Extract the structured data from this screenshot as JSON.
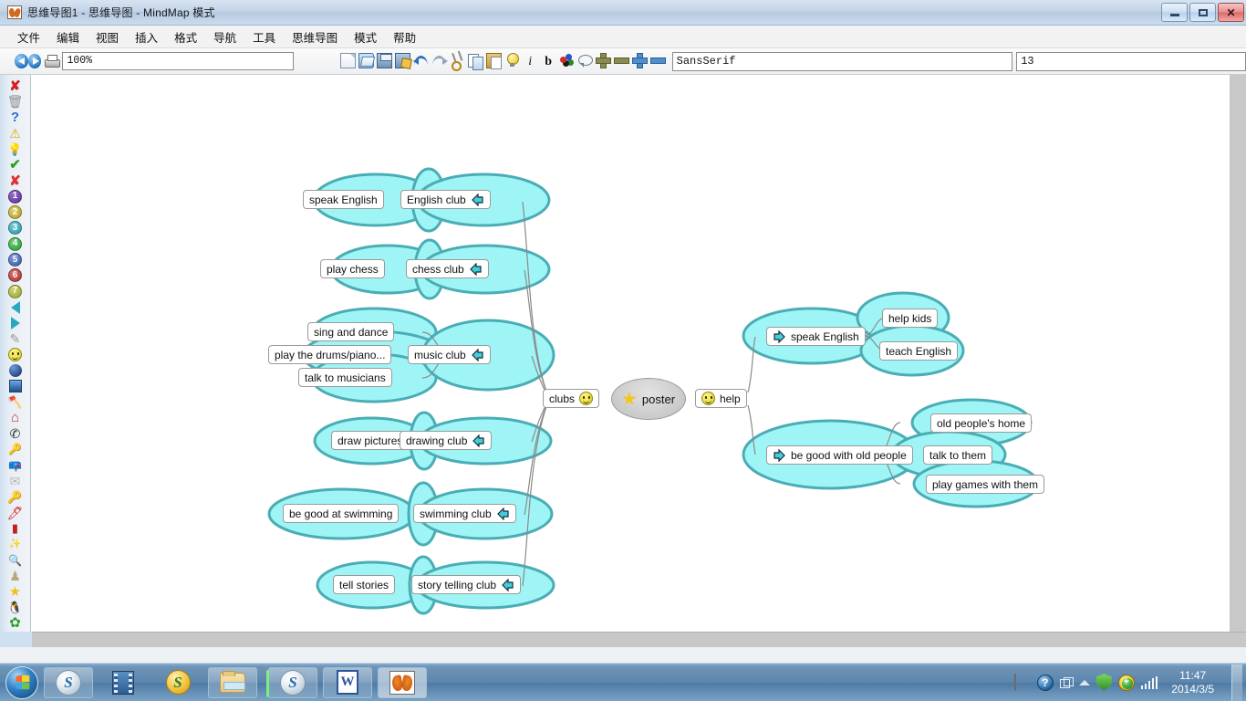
{
  "window": {
    "title": "思维导图1 - 思维导图 - MindMap 模式",
    "app_icon": "butterfly-icon",
    "minimize_label": "",
    "maximize_label": "",
    "close_label": "✕"
  },
  "menu": {
    "items": [
      {
        "label": "文件"
      },
      {
        "label": "编辑"
      },
      {
        "label": "视图"
      },
      {
        "label": "插入"
      },
      {
        "label": "格式"
      },
      {
        "label": "导航"
      },
      {
        "label": "工具"
      },
      {
        "label": "思维导图"
      },
      {
        "label": "模式"
      },
      {
        "label": "帮助"
      }
    ]
  },
  "toolbar": {
    "back_icon": "back-arrow-icon",
    "forward_icon": "forward-arrow-icon",
    "print_icon": "printer-icon",
    "zoom_value": "100%",
    "font_value": "SansSerif",
    "font_size_value": "13",
    "buttons": [
      {
        "name": "new-file-icon"
      },
      {
        "name": "open-file-icon"
      },
      {
        "name": "save-icon"
      },
      {
        "name": "save-as-icon"
      },
      {
        "name": "undo-icon"
      },
      {
        "name": "redo-icon"
      },
      {
        "name": "cut-icon"
      },
      {
        "name": "copy-icon"
      },
      {
        "name": "paste-icon"
      },
      {
        "name": "lightbulb-icon"
      },
      {
        "name": "italic-icon",
        "glyph": "i"
      },
      {
        "name": "bold-icon",
        "glyph": "b"
      },
      {
        "name": "cloud-node-icon"
      },
      {
        "name": "balloon-icon"
      },
      {
        "name": "plus-olive-icon"
      },
      {
        "name": "minus-olive-icon"
      },
      {
        "name": "plus-blue-icon"
      },
      {
        "name": "minus-blue-icon"
      }
    ]
  },
  "sidebar": {
    "items": [
      {
        "name": "red-x-icon",
        "glyph": "✘",
        "color": "#d42020"
      },
      {
        "name": "trash-icon",
        "glyph": "🗑",
        "color": "#808080"
      },
      {
        "name": "question-icon",
        "glyph": "?",
        "color": "#2b6fd0"
      },
      {
        "name": "warning-icon",
        "glyph": "⚠",
        "color": "#e0a415"
      },
      {
        "name": "lightbulb-icon",
        "glyph": "💡",
        "color": "#e8c32a"
      },
      {
        "name": "green-check-icon",
        "glyph": "✔",
        "color": "#2ca02c"
      },
      {
        "name": "red-cross-icon",
        "glyph": "✘",
        "color": "#e03030"
      },
      {
        "name": "number-1-icon",
        "glyph": "1",
        "color": "#5b2d8e"
      },
      {
        "name": "number-2-icon",
        "glyph": "2",
        "color": "#b8a02a"
      },
      {
        "name": "number-3-icon",
        "glyph": "3",
        "color": "#2a9aa8"
      },
      {
        "name": "number-4-icon",
        "glyph": "4",
        "color": "#2a9a3a"
      },
      {
        "name": "number-5-icon",
        "glyph": "5",
        "color": "#3a5aa8"
      },
      {
        "name": "number-6-icon",
        "glyph": "6",
        "color": "#b03030"
      },
      {
        "name": "number-7-icon",
        "glyph": "7",
        "color": "#9aa82a"
      },
      {
        "name": "arrow-left-icon",
        "glyph": "",
        "color": "#2aa8c0"
      },
      {
        "name": "arrow-right-icon",
        "glyph": "",
        "color": "#2aa8c0"
      },
      {
        "name": "pencil-icon",
        "glyph": "✎",
        "color": "#8a8a8a"
      },
      {
        "name": "smiley-icon",
        "glyph": "☺",
        "color": "#e8c32a"
      },
      {
        "name": "blue-ball-icon",
        "glyph": "●",
        "color": "#1a3a8a"
      },
      {
        "name": "blue-box-icon",
        "glyph": "■",
        "color": "#2a6ab8"
      },
      {
        "name": "axe-icon",
        "glyph": "🪓",
        "color": "#b03030"
      },
      {
        "name": "home-icon",
        "glyph": "⌂",
        "color": "#c03a2a"
      },
      {
        "name": "phone-icon",
        "glyph": "✆",
        "color": "#2a2a2a"
      },
      {
        "name": "key-note-icon",
        "glyph": "🔑",
        "color": "#b89612"
      },
      {
        "name": "mailbox-icon",
        "glyph": "📪",
        "color": "#9a9a9a"
      },
      {
        "name": "envelope-icon",
        "glyph": "✉",
        "color": "#d8d8d8"
      },
      {
        "name": "key-icon",
        "glyph": "🔑",
        "color": "#d8a420"
      },
      {
        "name": "pen-icon",
        "glyph": "🖊",
        "color": "#d02020"
      },
      {
        "name": "stamp-icon",
        "glyph": "▮",
        "color": "#c02020"
      },
      {
        "name": "magic-wand-icon",
        "glyph": "✨",
        "color": "#d8c020"
      },
      {
        "name": "magnifier-icon",
        "glyph": "🔍",
        "color": "#808080"
      },
      {
        "name": "pawn-icon",
        "glyph": "♟",
        "color": "#b8a878"
      },
      {
        "name": "star-icon",
        "glyph": "★",
        "color": "#f0c020"
      },
      {
        "name": "penguin-icon",
        "glyph": "🐧",
        "color": "#1a1a1a"
      },
      {
        "name": "flower-icon",
        "glyph": "✿",
        "color": "#2ca02c"
      }
    ]
  },
  "mindmap": {
    "root": {
      "label": "poster",
      "icon": "star-icon"
    },
    "left_hub": {
      "label": "clubs",
      "icon": "smiley-icon"
    },
    "right_hub": {
      "label": "help",
      "icon": "smiley-icon"
    },
    "left_branches": [
      {
        "club": "English club",
        "icon": "arrow-left-icon",
        "children": [
          "speak English"
        ]
      },
      {
        "club": "chess club",
        "icon": "arrow-left-icon",
        "children": [
          "play chess"
        ]
      },
      {
        "club": "music club",
        "icon": "arrow-left-icon",
        "children": [
          "sing and dance",
          "play the drums/piano...",
          "talk to musicians"
        ]
      },
      {
        "club": "drawing club",
        "icon": "arrow-left-icon",
        "children": [
          "draw pictures"
        ]
      },
      {
        "club": "swimming club",
        "icon": "arrow-left-icon",
        "children": [
          "be good at swimming"
        ]
      },
      {
        "club": "story telling club",
        "icon": "arrow-left-icon",
        "children": [
          "tell stories"
        ]
      }
    ],
    "right_branches": [
      {
        "topic": "speak English",
        "icon": "arrow-right-icon",
        "children": [
          "help kids",
          "teach English"
        ]
      },
      {
        "topic": "be good with old people",
        "icon": "arrow-right-icon",
        "children": [
          "old people's home",
          "talk to them",
          "play games with them"
        ]
      }
    ],
    "colors": {
      "cloud_fill": "#9ff5f5",
      "cloud_stroke": "#4aadb5",
      "root_fill": "#c8c8c8",
      "node_fill": "#ffffff",
      "edge": "#8a8a8a"
    }
  },
  "taskbar": {
    "start_label": "Start",
    "apps": [
      {
        "name": "taskbar-sogou-pinyin",
        "label": "Sogou"
      },
      {
        "name": "taskbar-media-player",
        "label": "Media"
      },
      {
        "name": "taskbar-kingsoft",
        "label": "Kingsoft"
      },
      {
        "name": "taskbar-explorer",
        "label": "Explorer"
      },
      {
        "name": "taskbar-sogou-browser",
        "label": "Sogou Browser"
      },
      {
        "name": "taskbar-word",
        "label": "W"
      },
      {
        "name": "taskbar-freemind",
        "label": "FreeMind"
      }
    ],
    "tray": [
      {
        "name": "keyboard-icon"
      },
      {
        "name": "help-icon",
        "glyph": "?"
      },
      {
        "name": "window-switch-icon"
      },
      {
        "name": "show-hidden-icons-icon"
      },
      {
        "name": "security-shield-icon"
      },
      {
        "name": "update-icon",
        "glyph": "+"
      },
      {
        "name": "network-signal-icon"
      }
    ],
    "clock_time": "11:47",
    "clock_date": "2014/3/5"
  }
}
